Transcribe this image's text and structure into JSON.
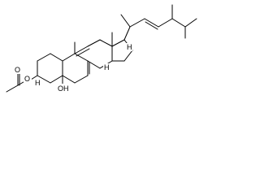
{
  "molecule": {
    "atom_labels": {
      "acetate_ester_oxygen": "O",
      "acetate_carbonyl_oxygen": "O",
      "hydroxyl_group": "OH"
    },
    "stereo_labels": {
      "c17_h": "H",
      "c14_h": "H",
      "c3_h": "H",
      "c19_methyl": "",
      "c18_methyl": ""
    }
  }
}
